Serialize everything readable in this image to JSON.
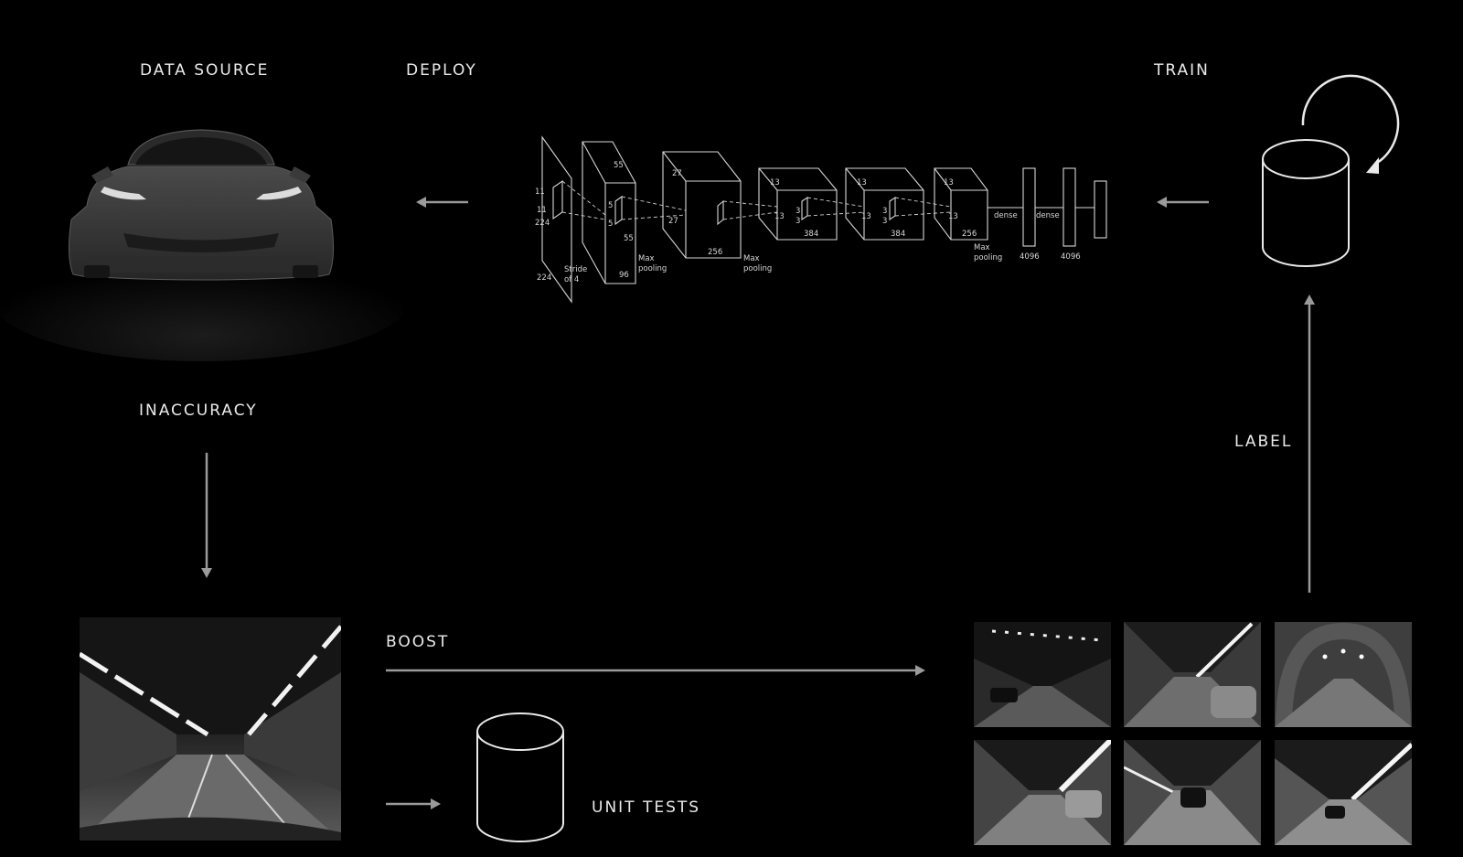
{
  "labels": {
    "data_source": "DATA SOURCE",
    "deploy": "DEPLOY",
    "train": "TRAIN",
    "inaccuracy": "INACCURACY",
    "label": "LABEL",
    "boost": "BOOST",
    "unit_tests": "UNIT TESTS"
  },
  "cnn": {
    "input_dims": [
      "11",
      "11",
      "224",
      "224"
    ],
    "stride": [
      "Stride",
      "of 4"
    ],
    "conv1_dims": [
      "55",
      "5",
      "5",
      "55",
      "96"
    ],
    "conv2_dims": [
      "27",
      "27",
      "256"
    ],
    "conv3_dims": [
      "13",
      "3",
      "3",
      "13",
      "384"
    ],
    "conv4_dims": [
      "13",
      "3",
      "3",
      "13",
      "384"
    ],
    "conv5_dims": [
      "13",
      "13",
      "256"
    ],
    "pooling_label": [
      "Max",
      "pooling"
    ],
    "dense_label": "dense",
    "dense_sizes": [
      "4096",
      "4096"
    ]
  },
  "icons": [
    "car-image",
    "cnn-architecture-icon",
    "database-cylinder-icon",
    "cycle-arrow-icon",
    "tunnel-image",
    "tunnel-thumbnail-grid"
  ],
  "colors": {
    "background": "#000000",
    "line": "#9a9a9a",
    "text": "#eaeaea"
  }
}
